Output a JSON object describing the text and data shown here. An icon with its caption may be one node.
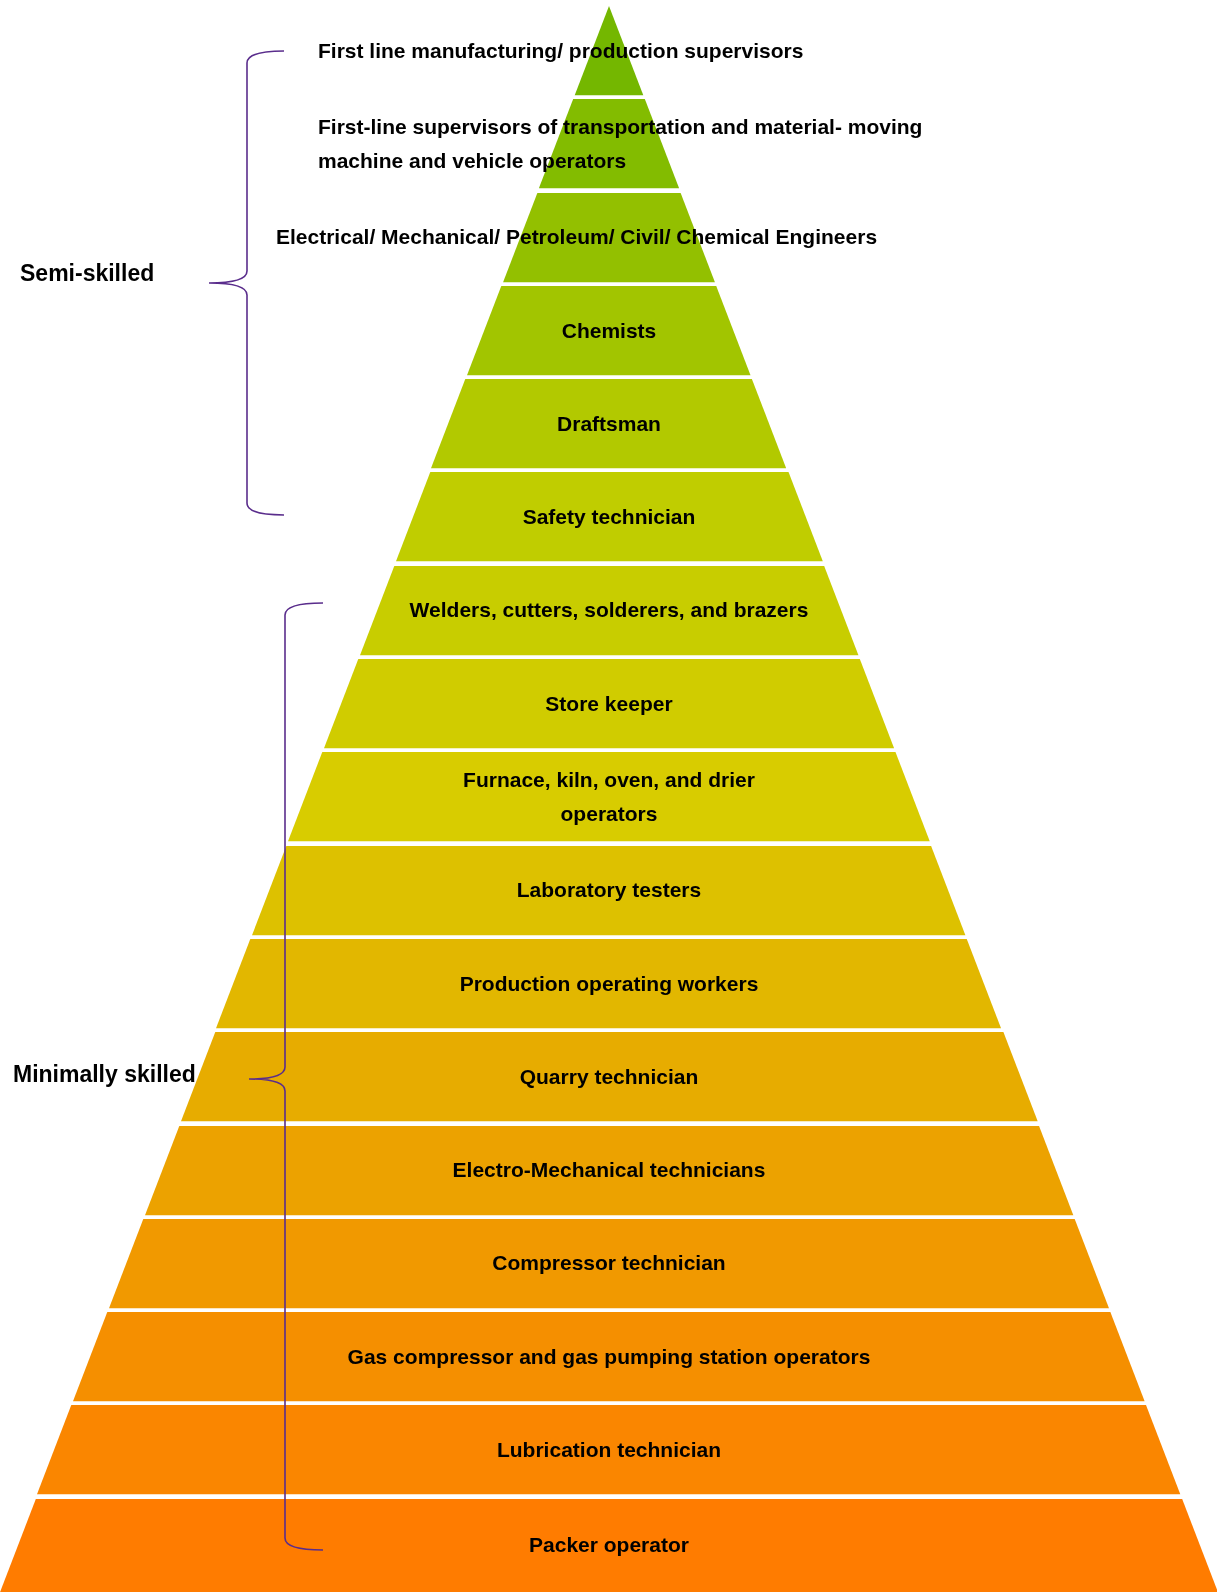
{
  "diagram": {
    "nodes": [
      {
        "text": [
          "First line manufacturing/ production supervisors"
        ]
      },
      {
        "text": [
          "First-line supervisors of transportation and material- moving machine and vehicle operators"
        ]
      },
      {
        "text": [
          "Electrical/ Mechanical/ Petroleum/ Civil/ Chemical Engineers"
        ]
      },
      {
        "text": [
          "Chemists"
        ]
      },
      {
        "text": [
          "Draftsman"
        ]
      },
      {
        "text": [
          "Safety technician"
        ]
      },
      {
        "text": [
          "Welders, cutters, solderers, and brazers"
        ]
      },
      {
        "text": [
          "Store keeper"
        ]
      },
      {
        "text": [
          "Furnace, kiln, oven, and drier operators"
        ]
      },
      {
        "text": [
          "Laboratory testers"
        ]
      },
      {
        "text": [
          "Production operating workers"
        ]
      },
      {
        "text": [
          "Quarry technician"
        ]
      },
      {
        "text": [
          "Electro-Mechanical technicians"
        ]
      },
      {
        "text": [
          "Compressor technician"
        ]
      },
      {
        "text": [
          "Gas compressor and gas pumping station operators"
        ]
      },
      {
        "text": [
          "Lubrication technician"
        ]
      },
      {
        "text": [
          "Packer operator"
        ]
      }
    ],
    "edges": [],
    "labels": [
      "Semi-skilled",
      "Minimally skilled"
    ]
  }
}
